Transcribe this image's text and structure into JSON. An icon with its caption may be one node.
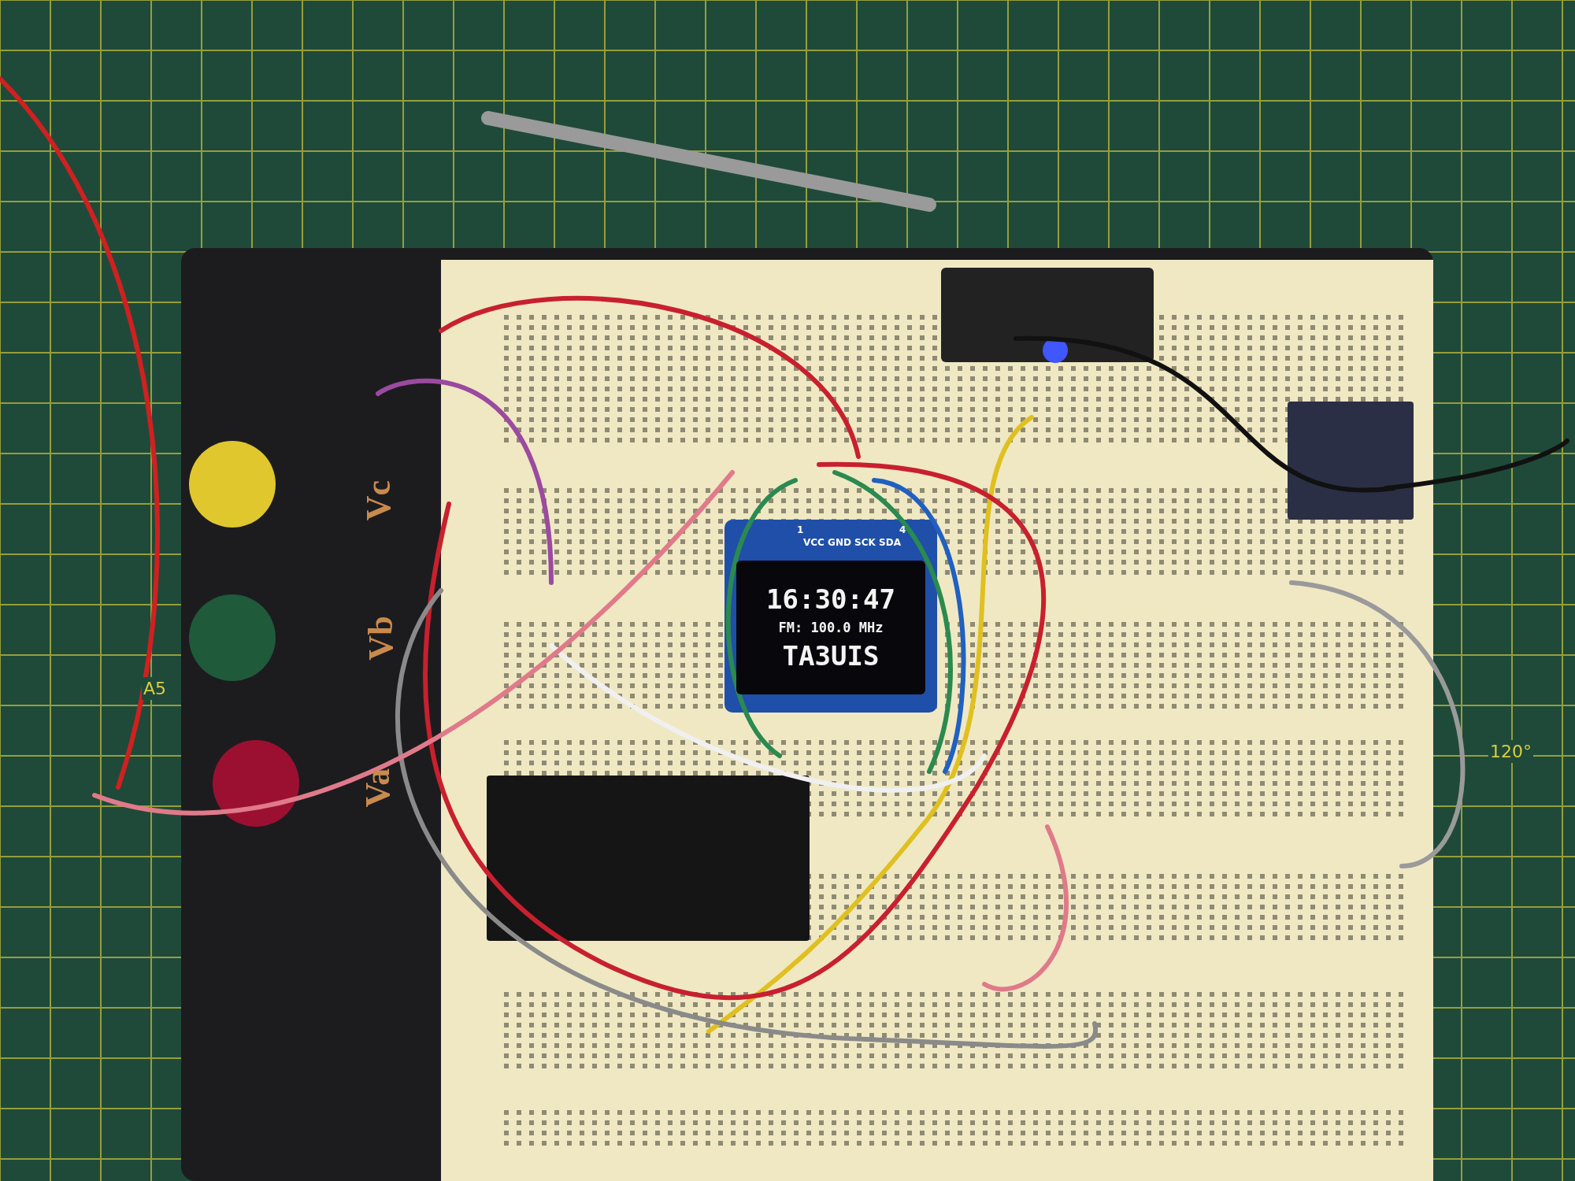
{
  "diagram": {
    "nodes": [
      {
        "text": [
          "16:30:47",
          "FM: 100.0 MHz",
          "TA3UIS"
        ]
      }
    ],
    "labels": [
      "1",
      "VCC GND SCK SDA",
      "4",
      "Vc",
      "Vb",
      "Va",
      "A5",
      "120°"
    ]
  }
}
